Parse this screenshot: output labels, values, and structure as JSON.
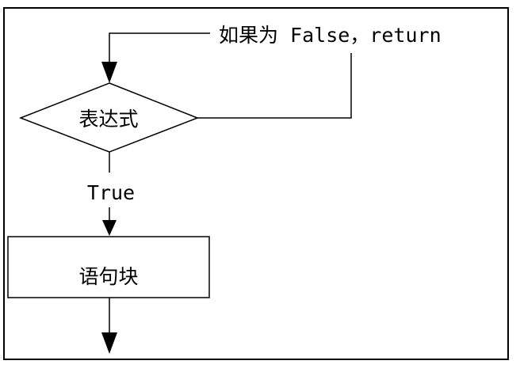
{
  "diagram": {
    "false_branch_label": "如果为 False，return",
    "condition_label": "表达式",
    "true_label": "True",
    "block_label": "语句块"
  }
}
